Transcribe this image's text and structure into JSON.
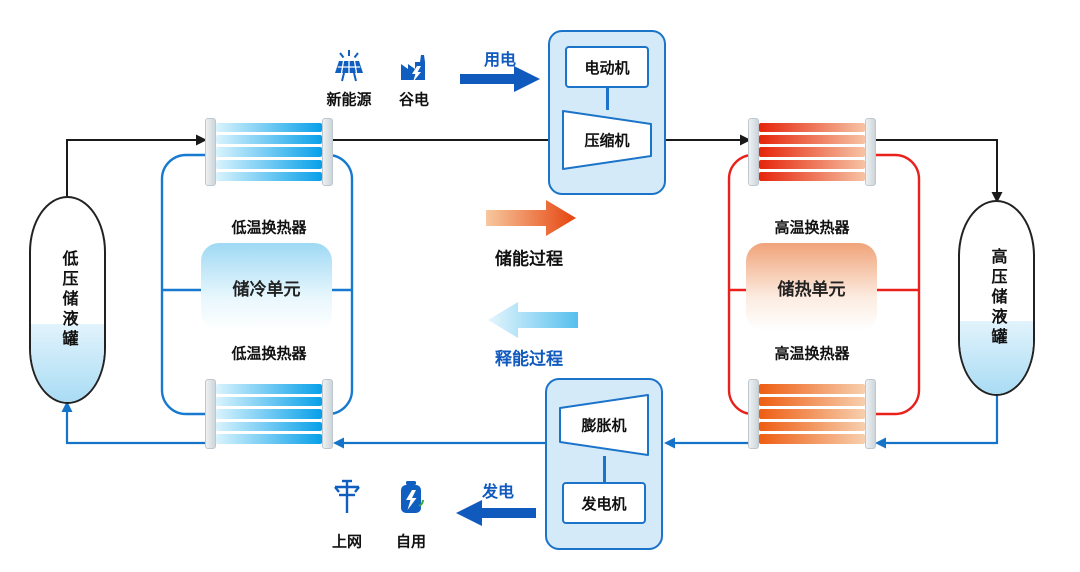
{
  "diagram": {
    "tanks": {
      "low_pressure": "低压储液罐",
      "high_pressure": "高压储液罐"
    },
    "exchangers": {
      "low_temp": "低温换热器",
      "high_temp": "高温换热器"
    },
    "storage_units": {
      "cold": "储冷单元",
      "hot": "储热单元"
    },
    "machines": {
      "motor": "电动机",
      "compressor": "压缩机",
      "expander": "膨胀机",
      "generator": "发电机"
    },
    "processes": {
      "charge": "储能过程",
      "discharge": "释能过程"
    },
    "power": {
      "input": "用电",
      "output": "发电"
    },
    "sources": {
      "renewable": "新能源",
      "off_peak": "谷电"
    },
    "outputs": {
      "to_grid": "上网",
      "self_use": "自用"
    },
    "colors": {
      "blue": "#1059bd",
      "loop_blue": "#1779cf",
      "loop_red": "#e8211d",
      "line_black": "#1a1a1a"
    }
  }
}
